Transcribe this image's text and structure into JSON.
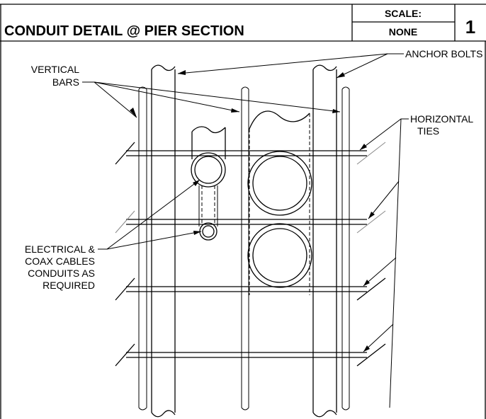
{
  "title_block": {
    "title": "CONDUIT DETAIL @ PIER SECTION",
    "scale_label": "SCALE:",
    "scale_value": "NONE",
    "detail_number": "1"
  },
  "callouts": {
    "anchor_bolts": "ANCHOR BOLTS",
    "vertical_bars": [
      "VERTICAL",
      "BARS"
    ],
    "horizontal_ties": [
      "HORIZONTAL",
      "TIES"
    ],
    "conduits": [
      "ELECTRICAL &",
      "COAX CABLES",
      "CONDUITS AS",
      "REQUIRED"
    ]
  }
}
